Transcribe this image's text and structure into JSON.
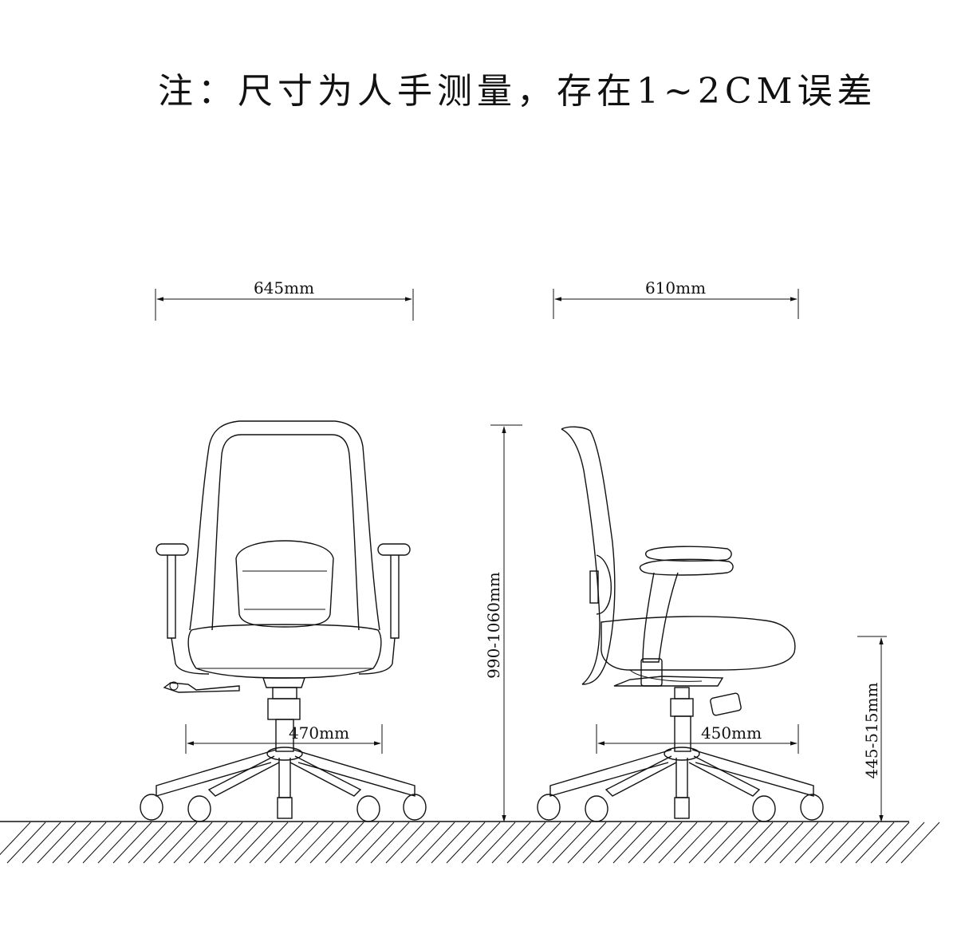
{
  "note": "注：尺寸为人手测量，存在1~2CM误差",
  "dimensions": {
    "front_width": "645mm",
    "side_depth": "610mm",
    "total_height": "990-1060mm",
    "front_base": "470mm",
    "side_base": "450mm",
    "seat_height": "445-515mm"
  }
}
